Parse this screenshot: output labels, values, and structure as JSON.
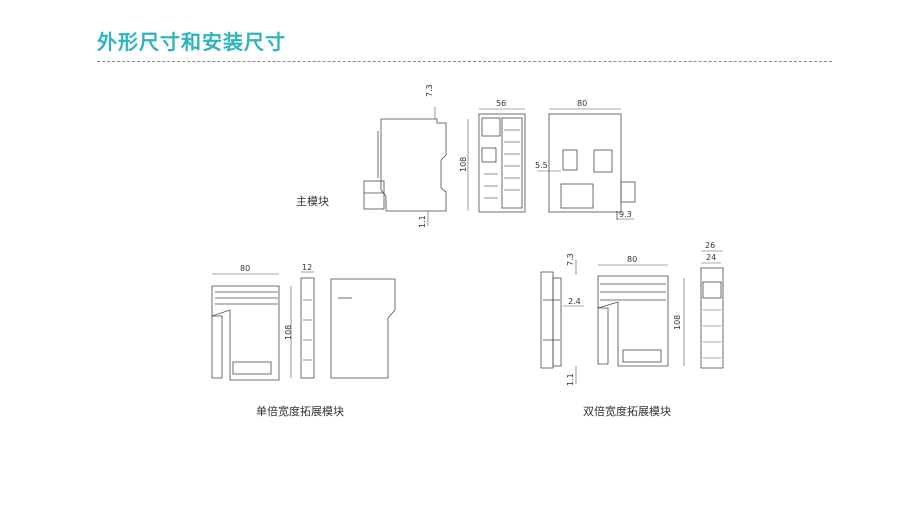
{
  "section_title": "外形尺寸和安装尺寸",
  "colors": {
    "title": "#2fb3c0",
    "line": "#4a4a4a",
    "dim": "#555555"
  },
  "captions": {
    "main_module": "主模块",
    "single_width": "单倍宽度拓展模块",
    "double_width": "双倍宽度拓展模块"
  },
  "dimensions": {
    "main_top": "7.3",
    "main_front_width": "56",
    "main_back_width": "80",
    "main_height": "108",
    "main_bottom": "1.1",
    "main_side": "5.5",
    "main_foot": "9.3",
    "single_width": "80",
    "single_front_width": "12",
    "single_height": "108",
    "double_top": "7.3",
    "double_gap": "2.4",
    "double_bottom": "1.1",
    "double_width": "80",
    "double_height": "108",
    "double_front_outer": "26",
    "double_front_inner": "24"
  }
}
